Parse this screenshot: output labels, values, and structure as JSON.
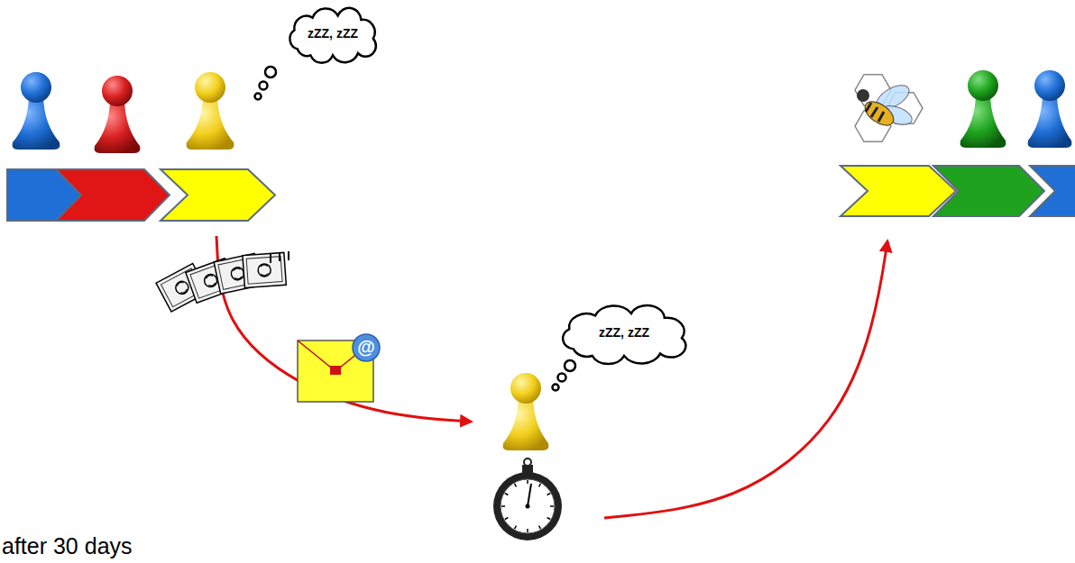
{
  "diagram": {
    "nodes": [
      {
        "text": [
          "zZZ, zZZ"
        ]
      },
      {
        "text": [
          "zZZ, zZZ"
        ]
      }
    ],
    "labels": [
      "@",
      "after 30 days"
    ]
  }
}
